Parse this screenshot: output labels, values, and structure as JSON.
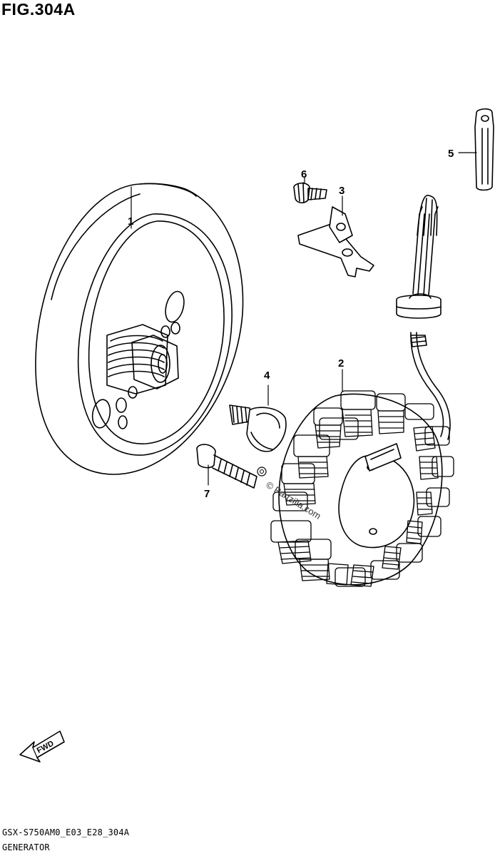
{
  "figure": {
    "title": "FIG.304A",
    "model_code": "GSX-S750AM0_E03_E28_304A",
    "group_name": "GENERATOR",
    "direction_mark": "FWD",
    "watermark": "© Partzilla.com"
  },
  "callouts": [
    {
      "id": "1",
      "label": "1"
    },
    {
      "id": "2",
      "label": "2"
    },
    {
      "id": "3",
      "label": "3"
    },
    {
      "id": "4",
      "label": "4"
    },
    {
      "id": "5",
      "label": "5"
    },
    {
      "id": "6",
      "label": "6"
    },
    {
      "id": "7",
      "label": "7"
    }
  ],
  "parts": [
    {
      "callout": "1",
      "name": "rotor-flywheel"
    },
    {
      "callout": "2",
      "name": "stator-coil"
    },
    {
      "callout": "3",
      "name": "wire-clamp-bracket"
    },
    {
      "callout": "4",
      "name": "rotor-bolt"
    },
    {
      "callout": "5",
      "name": "wire-clamp"
    },
    {
      "callout": "6",
      "name": "bracket-screw"
    },
    {
      "callout": "7",
      "name": "stator-bolt"
    }
  ]
}
